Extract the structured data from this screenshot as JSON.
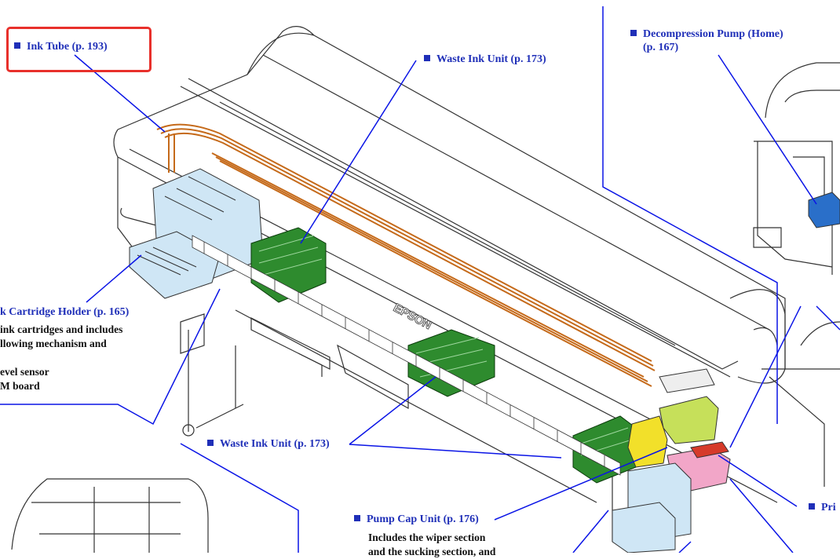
{
  "labels": {
    "ink_tube": "Ink Tube (p. 193)",
    "waste_ink_top": "Waste Ink Unit (p. 173)",
    "decompression_line1": "Decompression Pump (Home)",
    "decompression_line2": "(p. 167)",
    "cartridge_holder": "k Cartridge Holder (p. 165)",
    "waste_ink_bottom": "Waste Ink Unit (p. 173)",
    "pump_cap": "Pump Cap Unit (p. 176)",
    "printhead_partial": "Pri"
  },
  "descriptions": {
    "cartridge_lines": [
      " ink cartridges and includes",
      "llowing mechanism and",
      "",
      "evel sensor",
      "M board"
    ],
    "pump_cap_lines": [
      "Includes the wiper section",
      "and the sucking section, and"
    ]
  },
  "brand": "EPSON",
  "colors": {
    "label_blue": "#1f2fb8",
    "leader_line": "#0a14e6",
    "highlight_red": "#e8302b",
    "tube_orange": "#c56a1a",
    "waste_ink_green": "#2e8b2e",
    "cartridge_blue": "#cfe6f5",
    "pump_yellow": "#f2e02a",
    "lime": "#c6e05a",
    "pink": "#f2a6c8",
    "head_red": "#d63a2a",
    "body_line": "#333333"
  }
}
